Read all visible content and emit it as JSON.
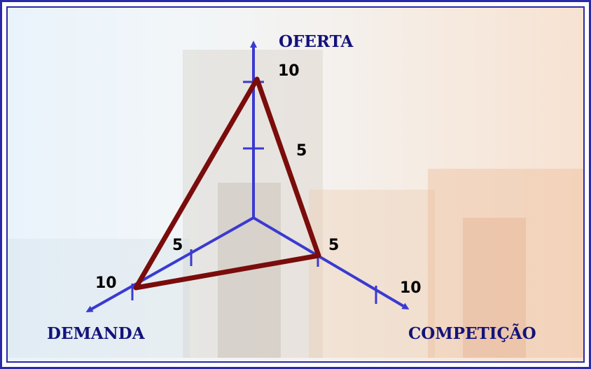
{
  "axes": {
    "oferta": "OFERTA",
    "demanda": "DEMANDA",
    "competicao": "COMPETIÇÃO"
  },
  "ticks": {
    "oferta_10": "10",
    "oferta_5": "5",
    "demanda_10": "10",
    "demanda_5": "5",
    "competicao_10": "10",
    "competicao_5": "5"
  },
  "colors": {
    "axis": "#3a3ad0",
    "triangle": "#7a0c0c",
    "frame": "#2a2aa8"
  }
}
